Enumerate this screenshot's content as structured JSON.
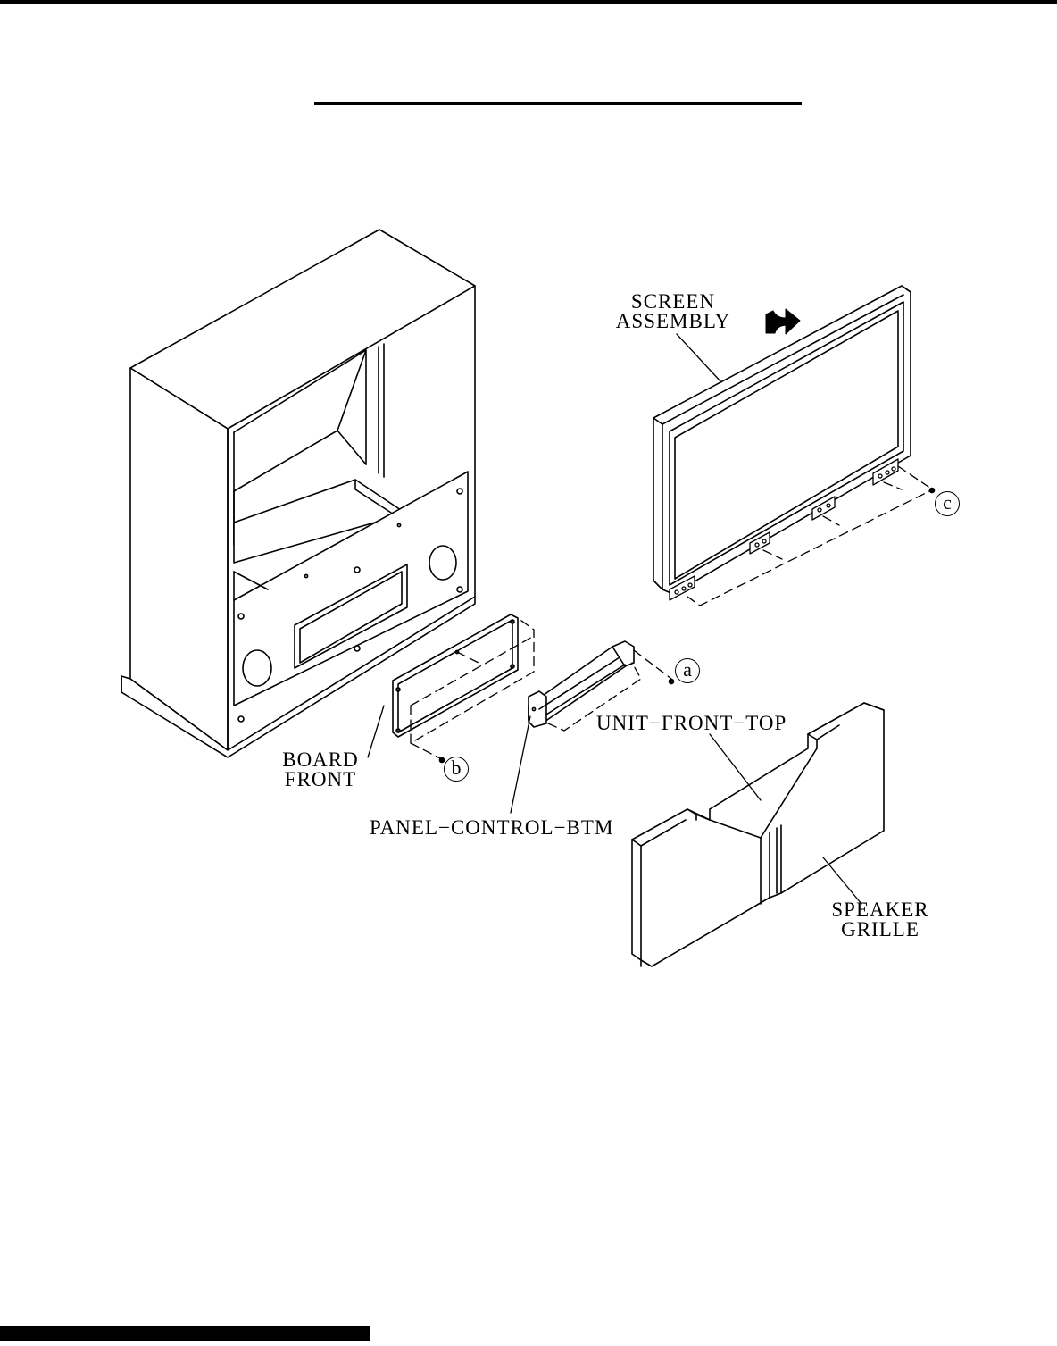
{
  "labels": {
    "screen_assembly": [
      "SCREEN",
      "ASSEMBLY"
    ],
    "board_front": [
      "BOARD",
      "FRONT"
    ],
    "panel_control_btm": "PANEL−CONTROL−BTM",
    "unit_front_top": "UNIT−FRONT−TOP",
    "speaker_grille": [
      "SPEAKER",
      "GRILLE"
    ]
  },
  "callouts": {
    "a": "a",
    "b": "b",
    "c": "c"
  },
  "icons": {
    "removal_arrow": "curved-arrow-icon"
  },
  "colors": {
    "line": "#000000",
    "background": "#ffffff"
  }
}
